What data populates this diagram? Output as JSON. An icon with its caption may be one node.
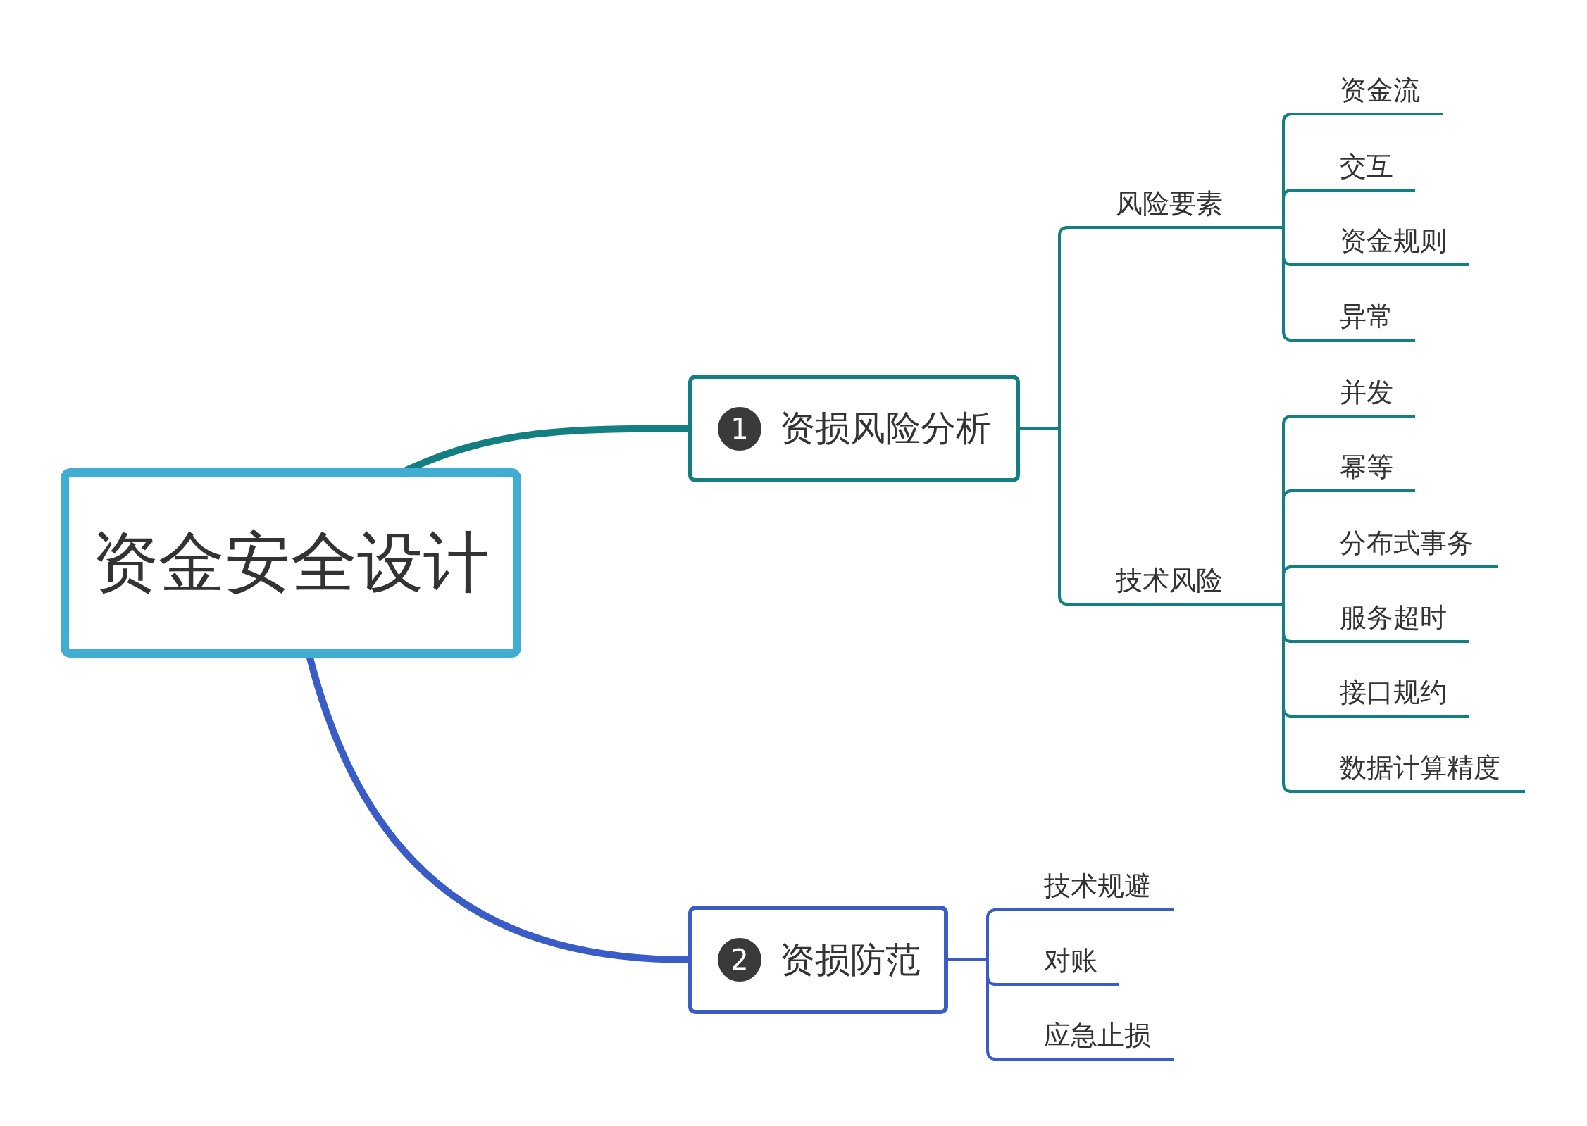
{
  "diagram": {
    "nodes": [
      {
        "text": [
          "资金安全设计"
        ]
      },
      {
        "text": [
          "1",
          "资损风险分析"
        ]
      },
      {
        "text": [
          "风险要素"
        ]
      },
      {
        "text": [
          "技术风险"
        ]
      },
      {
        "text": [
          "资金流"
        ]
      },
      {
        "text": [
          "交互"
        ]
      },
      {
        "text": [
          "资金规则"
        ]
      },
      {
        "text": [
          "异常"
        ]
      },
      {
        "text": [
          "并发"
        ]
      },
      {
        "text": [
          "幂等"
        ]
      },
      {
        "text": [
          "分布式事务"
        ]
      },
      {
        "text": [
          "服务超时"
        ]
      },
      {
        "text": [
          "接口规约"
        ]
      },
      {
        "text": [
          "数据计算精度"
        ]
      },
      {
        "text": [
          "2",
          "资损防范"
        ]
      },
      {
        "text": [
          "技术规避"
        ]
      },
      {
        "text": [
          "对账"
        ]
      },
      {
        "text": [
          "应急止损"
        ]
      }
    ],
    "edges": [
      {
        "from": 0,
        "to": 1,
        "arrow": "none",
        "style": "thick"
      },
      {
        "from": 0,
        "to": 14,
        "arrow": "none",
        "style": "thick",
        "color": "#3a5cc6"
      },
      {
        "from": 1,
        "to": 2,
        "arrow": "none"
      },
      {
        "from": 1,
        "to": 3,
        "arrow": "none"
      },
      {
        "from": 2,
        "to": 4,
        "arrow": "none"
      },
      {
        "from": 2,
        "to": 5,
        "arrow": "none"
      },
      {
        "from": 2,
        "to": 6,
        "arrow": "none"
      },
      {
        "from": 2,
        "to": 7,
        "arrow": "none"
      },
      {
        "from": 3,
        "to": 8,
        "arrow": "none"
      },
      {
        "from": 3,
        "to": 9,
        "arrow": "none"
      },
      {
        "from": 3,
        "to": 10,
        "arrow": "none"
      },
      {
        "from": 3,
        "to": 11,
        "arrow": "none"
      },
      {
        "from": 3,
        "to": 12,
        "arrow": "none"
      },
      {
        "from": 3,
        "to": 13,
        "arrow": "none"
      },
      {
        "from": 14,
        "to": 15,
        "arrow": "none",
        "color": "#3a5cc6"
      },
      {
        "from": 14,
        "to": 16,
        "arrow": "none",
        "color": "#3a5cc6"
      },
      {
        "from": 14,
        "to": 17,
        "arrow": "none",
        "color": "#3a5cc6"
      }
    ]
  }
}
